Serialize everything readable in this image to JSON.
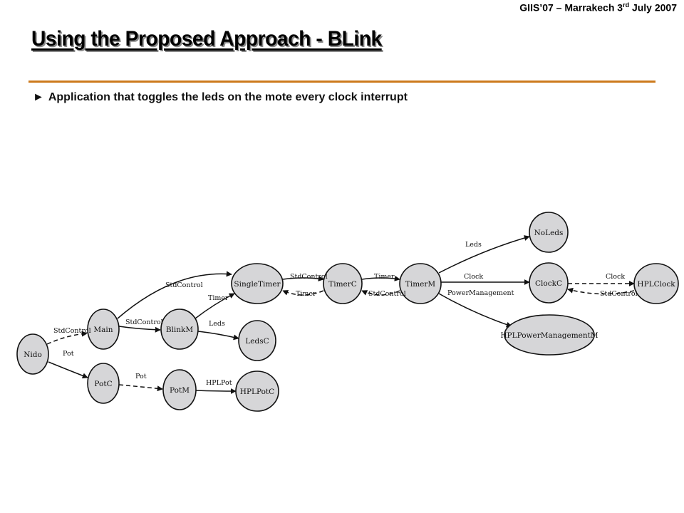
{
  "header": {
    "conference": "GIIS’07 – Marrakech 3",
    "conference_sup": "rd",
    "conference_tail": " July 2007"
  },
  "title": "Using the Proposed Approach - BLink",
  "bullet": {
    "marker": "►",
    "text": "Application that toggles the leds on the mote every clock interrupt"
  },
  "diagram": {
    "nodes": [
      {
        "id": "nido",
        "label": "Nido"
      },
      {
        "id": "main",
        "label": "Main"
      },
      {
        "id": "potc",
        "label": "PotC"
      },
      {
        "id": "blinkm",
        "label": "BlinkM"
      },
      {
        "id": "singletimer",
        "label": "SingleTimer"
      },
      {
        "id": "ledsc",
        "label": "LedsC"
      },
      {
        "id": "potm",
        "label": "PotM"
      },
      {
        "id": "hplpotc",
        "label": "HPLPotC"
      },
      {
        "id": "timerc",
        "label": "TimerC"
      },
      {
        "id": "timerm",
        "label": "TimerM"
      },
      {
        "id": "noleds",
        "label": "NoLeds"
      },
      {
        "id": "clockc",
        "label": "ClockC"
      },
      {
        "id": "hplclock",
        "label": "HPLClock"
      },
      {
        "id": "hplpm",
        "label": "HPLPowerManagementM"
      }
    ],
    "edges": [
      {
        "label": "StdControl",
        "dashed": true
      },
      {
        "label": "Pot",
        "dashed": false
      },
      {
        "label": "StdControl",
        "dashed": false
      },
      {
        "label": "StdControl",
        "dashed": false
      },
      {
        "label": "Timer",
        "dashed": false
      },
      {
        "label": "Leds",
        "dashed": false
      },
      {
        "label": "Pot",
        "dashed": true
      },
      {
        "label": "HPLPot",
        "dashed": false
      },
      {
        "label": "StdControl",
        "dashed": false
      },
      {
        "label": "Timer",
        "dashed": true
      },
      {
        "label": "Timer",
        "dashed": false
      },
      {
        "label": "StdControl",
        "dashed": true
      },
      {
        "label": "Leds",
        "dashed": false
      },
      {
        "label": "Clock",
        "dashed": false
      },
      {
        "label": "PowerManagement",
        "dashed": false
      },
      {
        "label": "Clock",
        "dashed": true
      },
      {
        "label": "StdControl",
        "dashed": true
      }
    ]
  }
}
